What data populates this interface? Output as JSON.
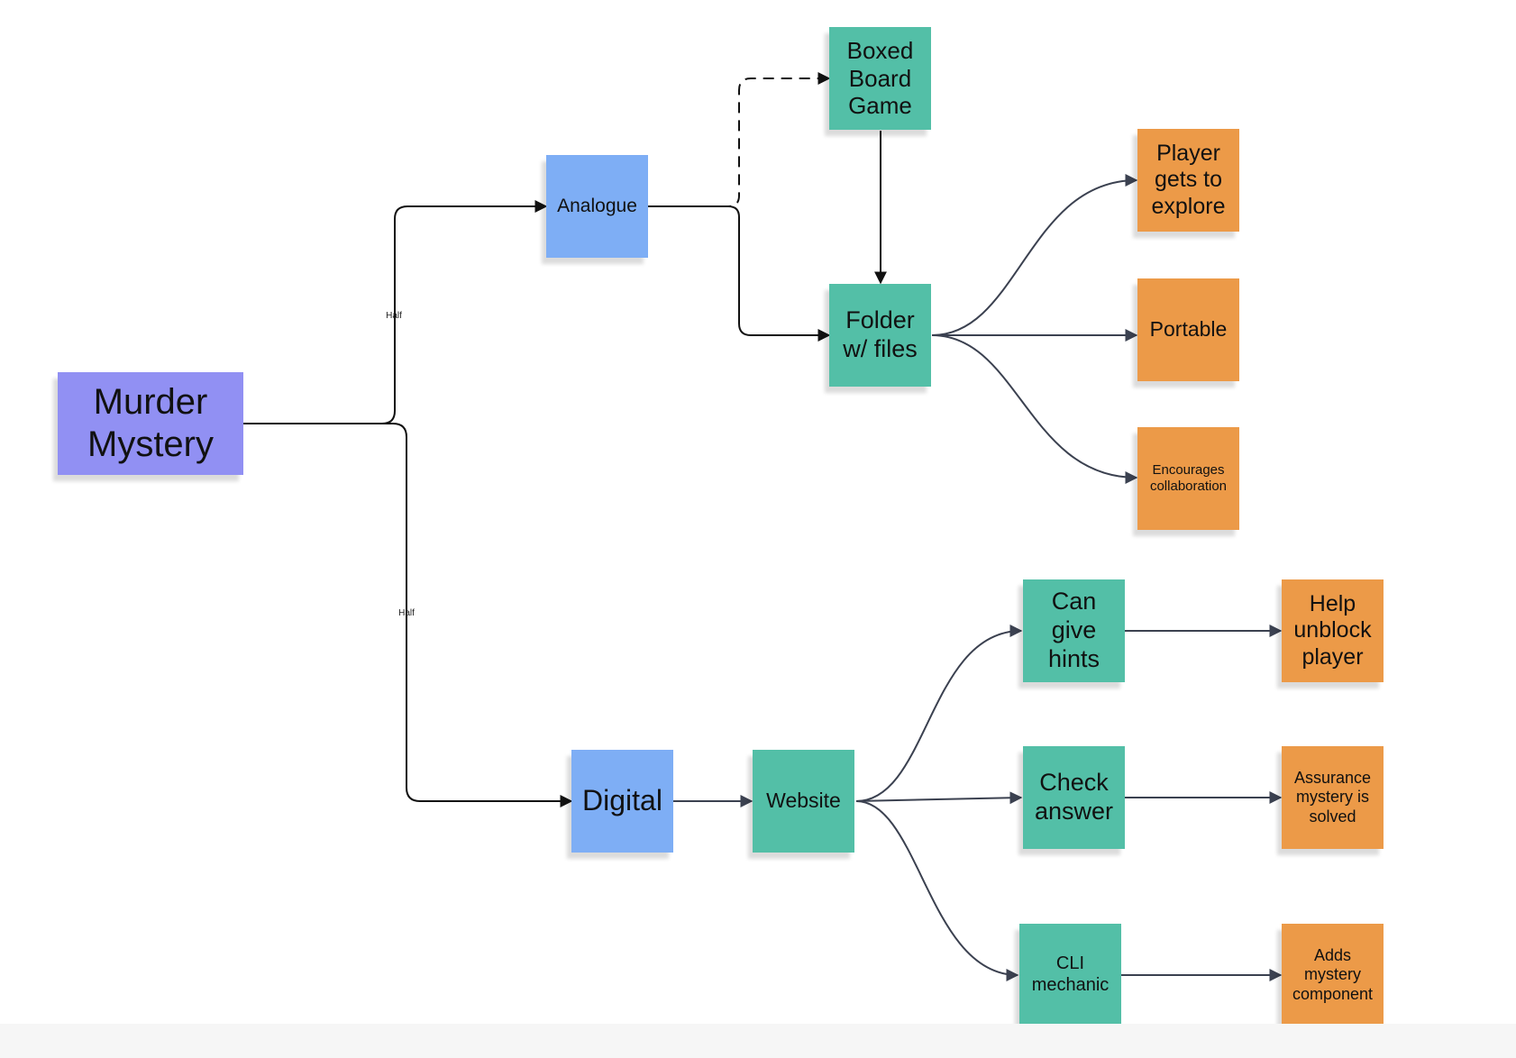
{
  "nodes": {
    "murder_mystery": "Murder\nMystery",
    "analogue": "Analogue",
    "digital": "Digital",
    "boxed_board_game": "Boxed\nBoard\nGame",
    "folder_with_files": "Folder\nw/ files",
    "website": "Website",
    "player_gets_to_explore": "Player\ngets to\nexplore",
    "portable": "Portable",
    "encourages_collaboration": "Encourages\ncollaboration",
    "can_give_hints": "Can\ngive\nhints",
    "check_answer": "Check\nanswer",
    "cli_mechanic": "CLI\nmechanic",
    "help_unblock_player": "Help\nunblock\nplayer",
    "assurance_mystery_solved": "Assurance\nmystery is\nsolved",
    "adds_mystery_component": "Adds\nmystery\ncomponent"
  },
  "edge_labels": {
    "to_analogue": "Half",
    "to_digital": "Half"
  },
  "colors": {
    "root": "#9190f3",
    "category": "#7eaef5",
    "format": "#53bfa7",
    "benefit": "#ec9a48",
    "connector": "#3b4150",
    "connector_strong": "#111111"
  }
}
